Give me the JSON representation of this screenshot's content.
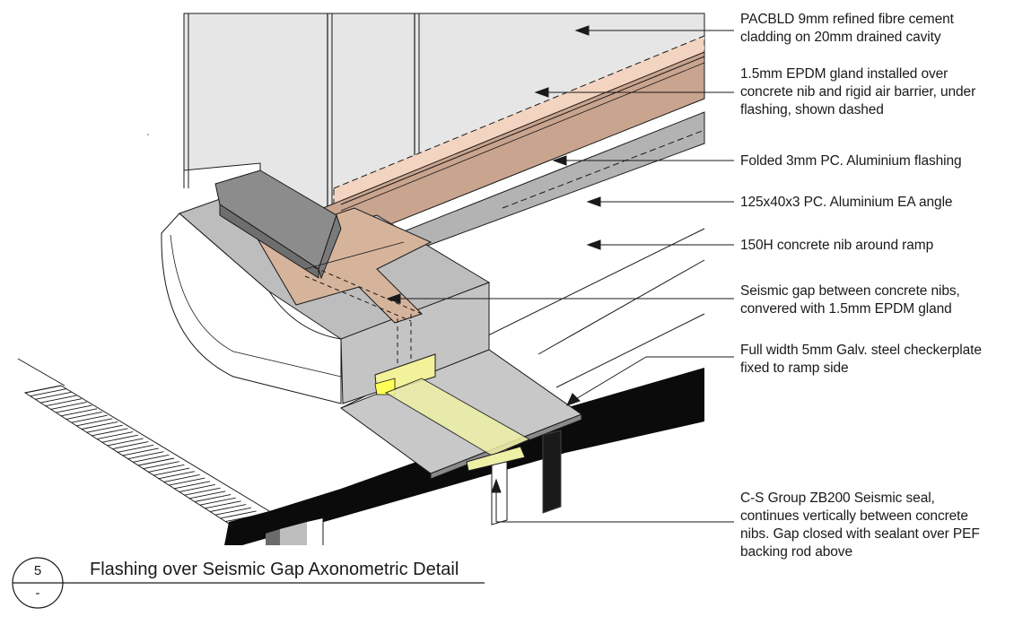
{
  "callouts": [
    {
      "lines": [
        "PACBLD 9mm refined fibre cement",
        "cladding on 20mm drained cavity"
      ]
    },
    {
      "lines": [
        "1.5mm EPDM gland installed over",
        "concrete nib and rigid air barrier, under",
        "flashing, shown dashed"
      ]
    },
    {
      "lines": [
        "Folded 3mm PC. Aluminium flashing"
      ]
    },
    {
      "lines": [
        "125x40x3 PC. Aluminium EA angle"
      ]
    },
    {
      "lines": [
        "150H concrete nib around ramp"
      ]
    },
    {
      "lines": [
        "Seismic gap between concrete nibs,",
        "convered with 1.5mm EPDM gland"
      ]
    },
    {
      "lines": [
        "Full width 5mm Galv. steel checkerplate",
        "fixed to ramp side"
      ]
    },
    {
      "lines": [
        "C-S Group ZB200 Seismic seal,",
        "continues vertically between concrete",
        "nibs. Gap closed with sealant over PEF",
        "backing rod above"
      ]
    }
  ],
  "detail": {
    "number": "5",
    "sheet": "-",
    "title": "Flashing over Seismic Gap Axonometric Detail"
  },
  "colors": {
    "line": "#1a1a1a",
    "cladding": "#e8e8e8",
    "epdm": "#f3d4c0",
    "flashing": "#c9a48f",
    "angle": "#b3b3b3",
    "nib_top": "#bdbdbd",
    "nib_side": "#ffffff",
    "checkerplate": "#c7c7c7",
    "seal": "#eef0a6",
    "seal_bright": "#ffff66",
    "wall": "#0a0a0a"
  }
}
